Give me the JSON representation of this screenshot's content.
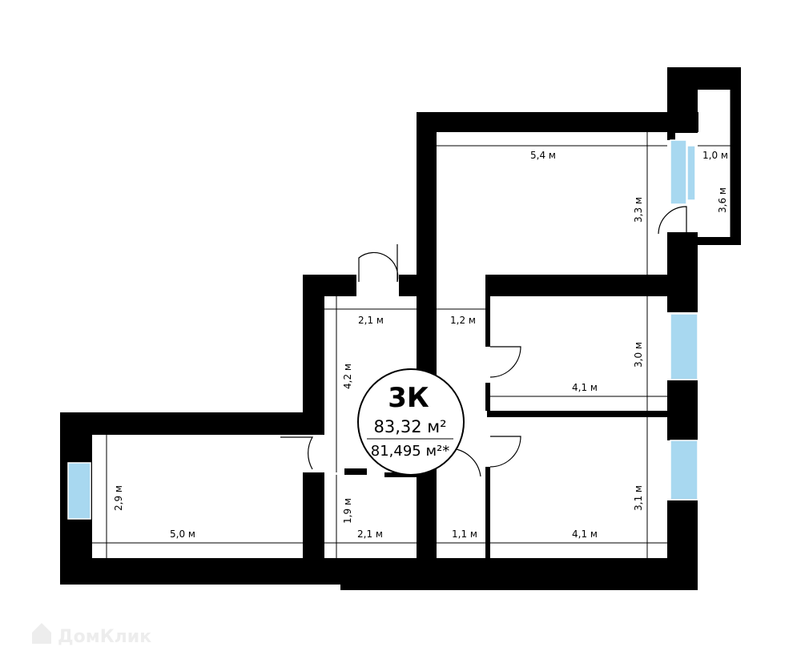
{
  "badge": {
    "rooms": "3К",
    "total_area": "83,32 м²",
    "living_area": "81,495 м²*"
  },
  "dimensions": {
    "d_5_4": "5,4 м",
    "d_1_0": "1,0 м",
    "d_3_6": "3,6 м",
    "d_3_3": "3,3 м",
    "d_2_1_top": "2,1 м",
    "d_1_2": "1,2 м",
    "d_4_2": "4,2 м",
    "d_3_0": "3,0 м",
    "d_4_1_mid": "4,1 м",
    "d_2_9": "2,9 м",
    "d_1_9": "1,9 м",
    "d_3_1": "3,1 м",
    "d_5_0": "5,0 м",
    "d_2_1_bottom": "2,1 м",
    "d_1_1": "1,1 м",
    "d_4_1_bottom": "4,1 м"
  },
  "watermark": "ДомКлик",
  "colors": {
    "wall": "#000000",
    "window": "#a8d8f0",
    "background": "#ffffff"
  }
}
